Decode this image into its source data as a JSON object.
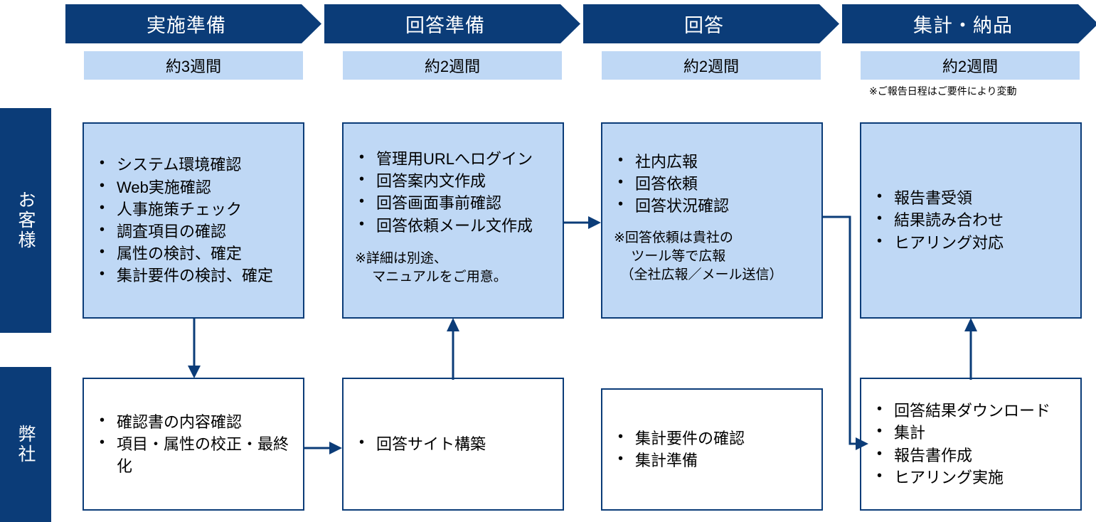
{
  "diagram": {
    "title_note": "",
    "colors": {
      "navy": "#0b3c78",
      "light_blue": "#bfd8f5",
      "white": "#ffffff"
    },
    "lanes": [
      {
        "id": "customer",
        "label": "お客様"
      },
      {
        "id": "company",
        "label": "弊社"
      }
    ],
    "phases": [
      {
        "id": "phase-1",
        "title": "実施準備",
        "duration": "約3週間",
        "duration_note": ""
      },
      {
        "id": "phase-2",
        "title": "回答準備",
        "duration": "約2週間",
        "duration_note": ""
      },
      {
        "id": "phase-3",
        "title": "回答",
        "duration": "約2週間",
        "duration_note": ""
      },
      {
        "id": "phase-4",
        "title": "集計・納品",
        "duration": "約2週間",
        "duration_note": "※ご報告日程はご要件により変動"
      }
    ],
    "customer_boxes": [
      {
        "id": "customer-phase-1",
        "bullets": [
          "システム環境確認",
          "Web実施確認",
          "人事施策チェック",
          "調査項目の確認",
          "属性の検討、確定",
          "集計要件の検討、確定"
        ],
        "note": ""
      },
      {
        "id": "customer-phase-2",
        "bullets": [
          "管理用URLへログイン",
          "回答案内文作成",
          "回答画面事前確認",
          "回答依頼メール文作成"
        ],
        "note": "※詳細は別途、\n　 マニュアルをご用意。"
      },
      {
        "id": "customer-phase-3",
        "bullets": [
          "社内広報",
          "回答依頼",
          "回答状況確認"
        ],
        "note": "※回答依頼は貴社の\n　 ツール等で広報\n 　（全社広報／メール送信）"
      },
      {
        "id": "customer-phase-4",
        "bullets": [
          "報告書受領",
          "結果読み合わせ",
          "ヒアリング対応"
        ],
        "note": ""
      }
    ],
    "company_boxes": [
      {
        "id": "company-phase-1",
        "bullets": [
          "確認書の内容確認",
          "項目・属性の校正・最終化"
        ],
        "note": ""
      },
      {
        "id": "company-phase-2",
        "bullets": [
          "回答サイト構築"
        ],
        "note": ""
      },
      {
        "id": "company-phase-3",
        "bullets": [
          "集計要件の確認",
          "集計準備"
        ],
        "note": ""
      },
      {
        "id": "company-phase-4",
        "bullets": [
          "回答結果ダウンロード",
          "集計",
          "報告書作成",
          "ヒアリング実施"
        ],
        "note": ""
      }
    ],
    "connectors": [
      {
        "id": "customer1-to-company1",
        "kind": "arrow-down"
      },
      {
        "id": "company1-to-company2",
        "kind": "arrow-right"
      },
      {
        "id": "company2-to-customer2",
        "kind": "arrow-up"
      },
      {
        "id": "customer2-to-customer3",
        "kind": "arrow-right"
      },
      {
        "id": "customer3-to-company4",
        "kind": "elbow-right-down-right"
      },
      {
        "id": "company4-to-customer4",
        "kind": "arrow-up"
      }
    ]
  }
}
